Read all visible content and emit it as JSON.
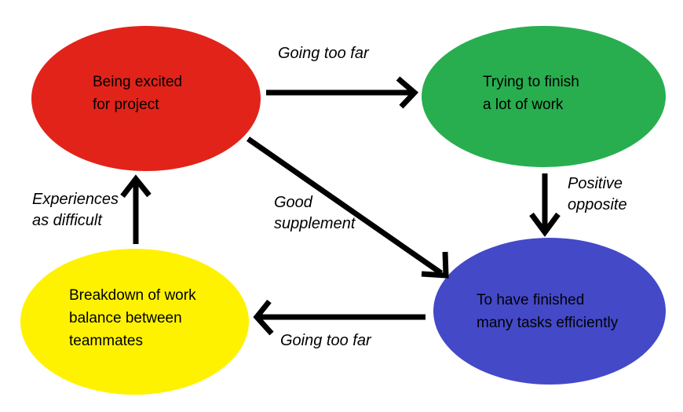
{
  "background": "#ffffff",
  "arrow_color": "#000000",
  "nodes": {
    "excited": {
      "text": "Being excited\nfor project",
      "color": "#e2231a"
    },
    "trying": {
      "text": "Trying to finish\na lot of work",
      "color": "#28ae4f"
    },
    "breakdown": {
      "text": "Breakdown of work\nbalance between\nteammates",
      "color": "#fff200"
    },
    "finished": {
      "text": "To have finished\nmany tasks efficiently",
      "color": "#4449c8"
    }
  },
  "edges": {
    "excited_to_trying": {
      "label": "Going too far"
    },
    "trying_to_finished": {
      "label": "Positive\nopposite"
    },
    "excited_to_finished": {
      "label": "Good\nsupplement"
    },
    "finished_to_breakdown": {
      "label": "Going too far"
    },
    "breakdown_to_excited": {
      "label": "Experiences\nas difficult"
    }
  }
}
